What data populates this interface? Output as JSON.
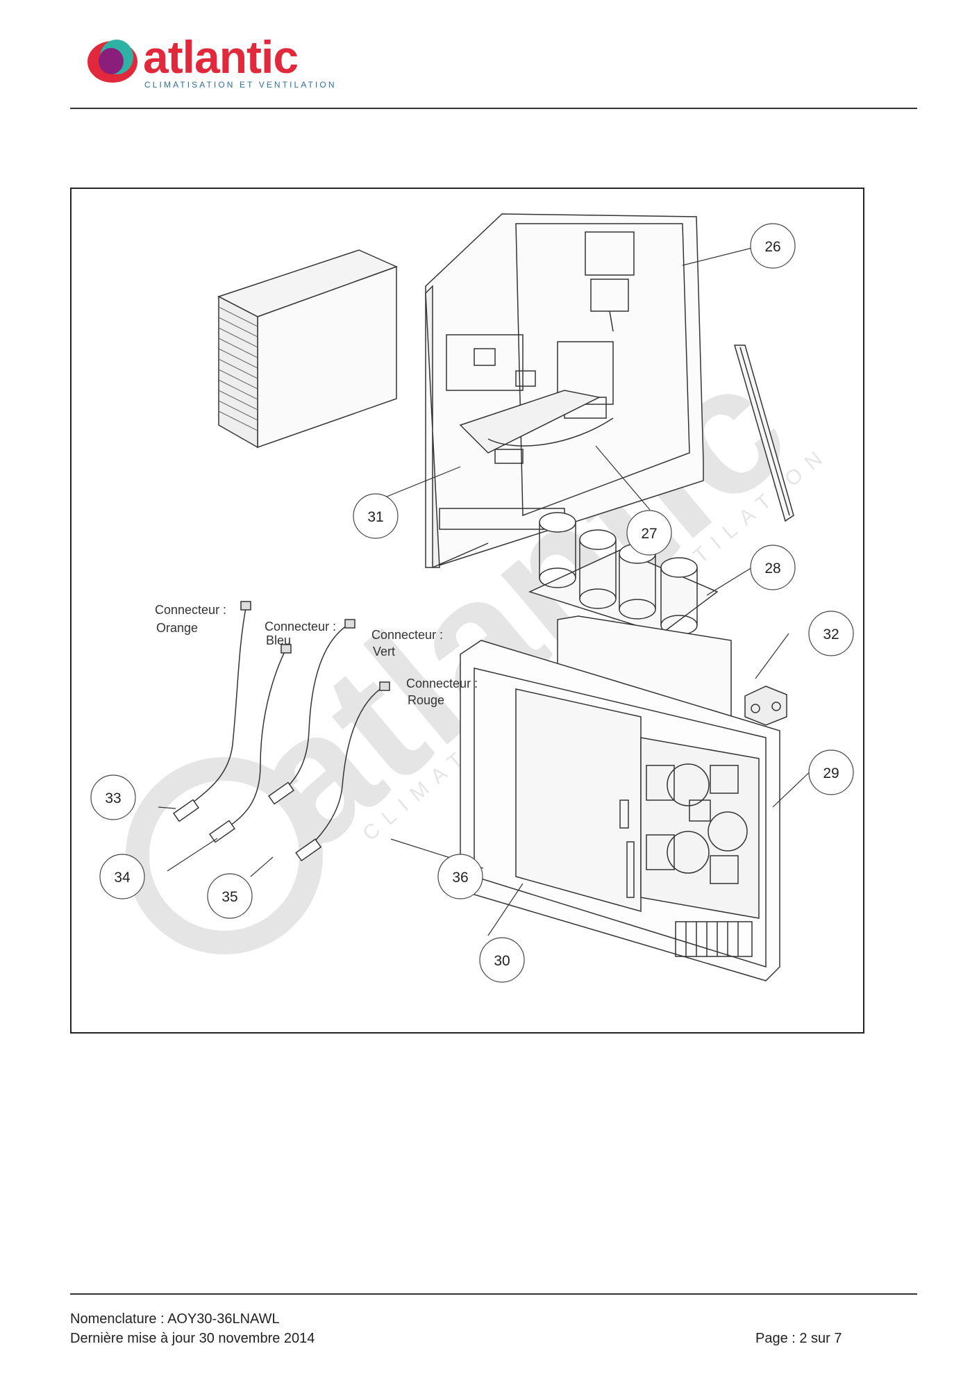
{
  "header": {
    "logo_word": "atlantic",
    "logo_tagline": "CLIMATISATION ET VENTILATION"
  },
  "diagram": {
    "callouts": [
      "26",
      "27",
      "28",
      "29",
      "30",
      "31",
      "32",
      "33",
      "34",
      "35",
      "36"
    ],
    "connectors": [
      {
        "title": "Connecteur :",
        "color": "Orange"
      },
      {
        "title": "Connecteur :",
        "color": "Bleu"
      },
      {
        "title": "Connecteur :",
        "color": "Vert"
      },
      {
        "title": "Connecteur :",
        "color": "Rouge"
      }
    ],
    "watermark_word": "atlantic",
    "watermark_tagline": "CLIMATISATION ET VENTILATION"
  },
  "footer": {
    "nomenclature": "Nomenclature : AOY30-36LNAWL",
    "updated": "Dernière mise à jour 30 novembre 2014",
    "page": "Page : 2 sur 7"
  },
  "colors": {
    "brand_red": "#e2293c",
    "brand_blue": "#2e6f9e",
    "logo_purple": "#8b1e7a",
    "logo_teal": "#2fb2a6"
  }
}
